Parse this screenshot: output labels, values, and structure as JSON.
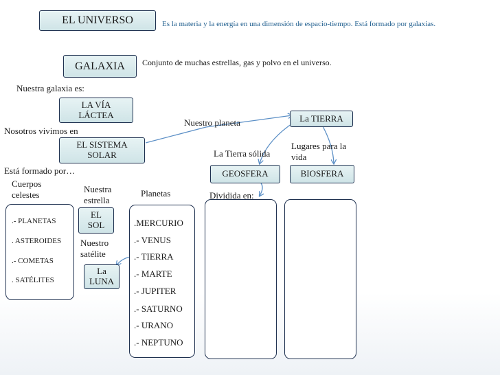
{
  "universo": {
    "title": "EL UNIVERSO",
    "definition": "Es la materia y la energía en una dimensión de espacio-tiempo. Está formado por galaxias."
  },
  "galaxia": {
    "title": "GALAXIA",
    "definition": "Conjunto de muchas estrellas, gas y polvo en el universo."
  },
  "nuestra_galaxia": {
    "label": "Nuestra  galaxia  es:",
    "line1": "LA  VÍA",
    "line2": "LÁCTEA"
  },
  "sistema_solar": {
    "label": "Nosotros vivimos en",
    "line1": "EL SISTEMA",
    "line2": "SOLAR",
    "formed_by": "Está formado por…"
  },
  "cuerpos": {
    "label_line1": "Cuerpos",
    "label_line2": "celestes",
    "items": [
      ".- PLANETAS",
      ". ASTEROIDES",
      ".- COMETAS",
      ". SATÉLITES"
    ]
  },
  "estrella": {
    "label_line1": "Nuestra",
    "label_line2": "estrella",
    "line1": "EL",
    "line2": "SOL"
  },
  "satelite": {
    "label_line1": "Nuestro",
    "label_line2": "satélite",
    "line1": "La",
    "line2": "LUNA"
  },
  "planetas": {
    "label": "Planetas",
    "items": [
      ".MERCURIO",
      ".- VENUS",
      ".- TIERRA",
      ".- MARTE",
      ".- JUPITER",
      ".- SATURNO",
      ".- URANO",
      ".- NEPTUNO"
    ]
  },
  "planeta": {
    "label": "Nuestro  planeta",
    "title": "La TIERRA"
  },
  "geosfera": {
    "label": "La Tierra sólida",
    "title": "GEOSFERA",
    "divided": "Dividida en:"
  },
  "biosfera": {
    "label": "Lugares para la vida",
    "title": "BIOSFERA"
  },
  "colors": {
    "box_fill": "#d6e8eb",
    "box_border": "#1f3150",
    "connector": "#5b8fc6",
    "definition_text": "#1f5e8e"
  }
}
